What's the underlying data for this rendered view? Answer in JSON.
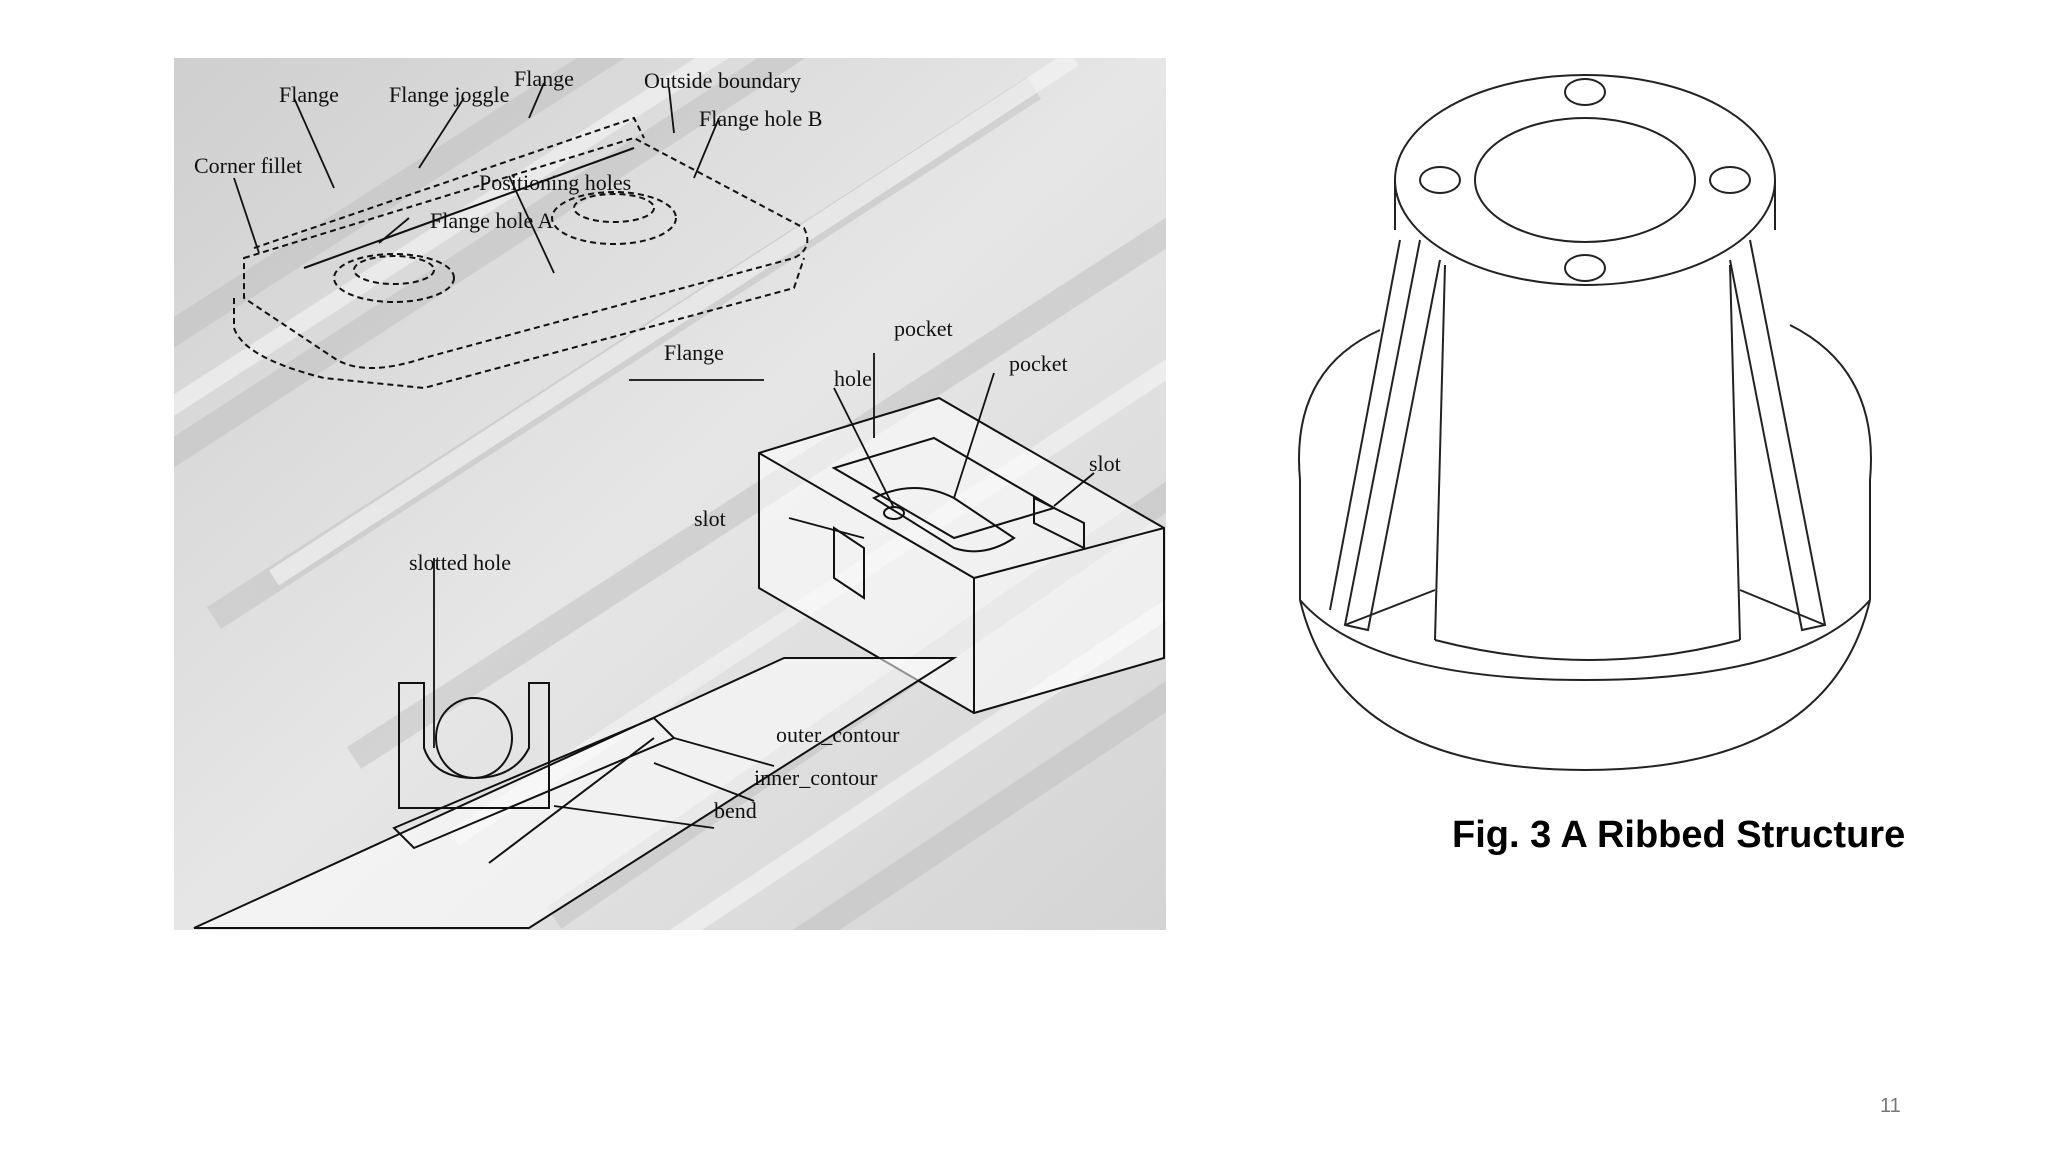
{
  "left_figure": {
    "labels": {
      "flange_1": "Flange",
      "flange_joggle": "Flange joggle",
      "flange_2": "Flange",
      "outside_boundary": "Outside boundary",
      "flange_hole_b": "Flange hole B",
      "corner_fillet": "Corner fillet",
      "positioning_holes": "Positioning holes",
      "flange_hole_a": "Flange hole A",
      "flange_3": "Flange",
      "pocket_1": "pocket",
      "hole": "hole",
      "pocket_2": "pocket",
      "slot_right": "slot",
      "slot_left": "slot",
      "slotted_hole": "slotted hole",
      "outer_contour": "outer_contour",
      "inner_contour": "inner_contour",
      "bend": "bend"
    }
  },
  "right_figure": {
    "caption": "Fig. 3 A Ribbed Structure"
  },
  "page_number": "11"
}
